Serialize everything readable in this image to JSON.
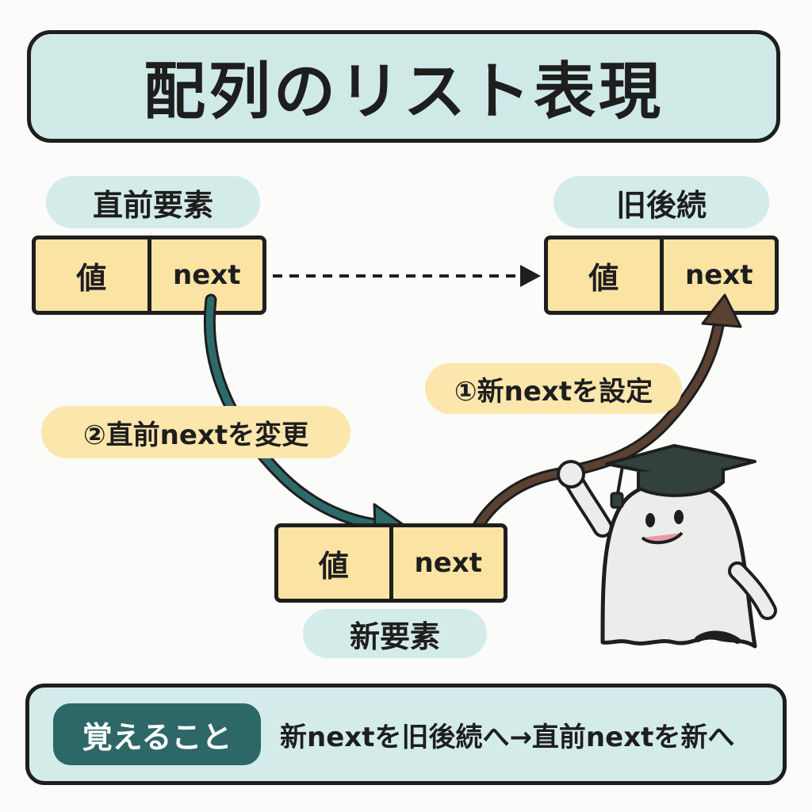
{
  "title": "配列のリスト表現",
  "labels": {
    "prev": "直前要素",
    "old_next": "旧後続",
    "new_elem": "新要素"
  },
  "nodes": {
    "prev": {
      "value": "値",
      "next": "next"
    },
    "old": {
      "value": "値",
      "next": "next"
    },
    "new": {
      "value": "値",
      "next": "next"
    }
  },
  "steps": {
    "step1": "①新nextを設定",
    "step2": "②直前nextを変更"
  },
  "memo": {
    "tag": "覚えること",
    "text": "新nextを旧後続へ→直前nextを新へ"
  },
  "colors": {
    "teal_arrow": "#2d6b6b",
    "brown_arrow": "#5a4132",
    "node_fill": "#fbe3a4",
    "pill_fill": "#d3ecea"
  }
}
